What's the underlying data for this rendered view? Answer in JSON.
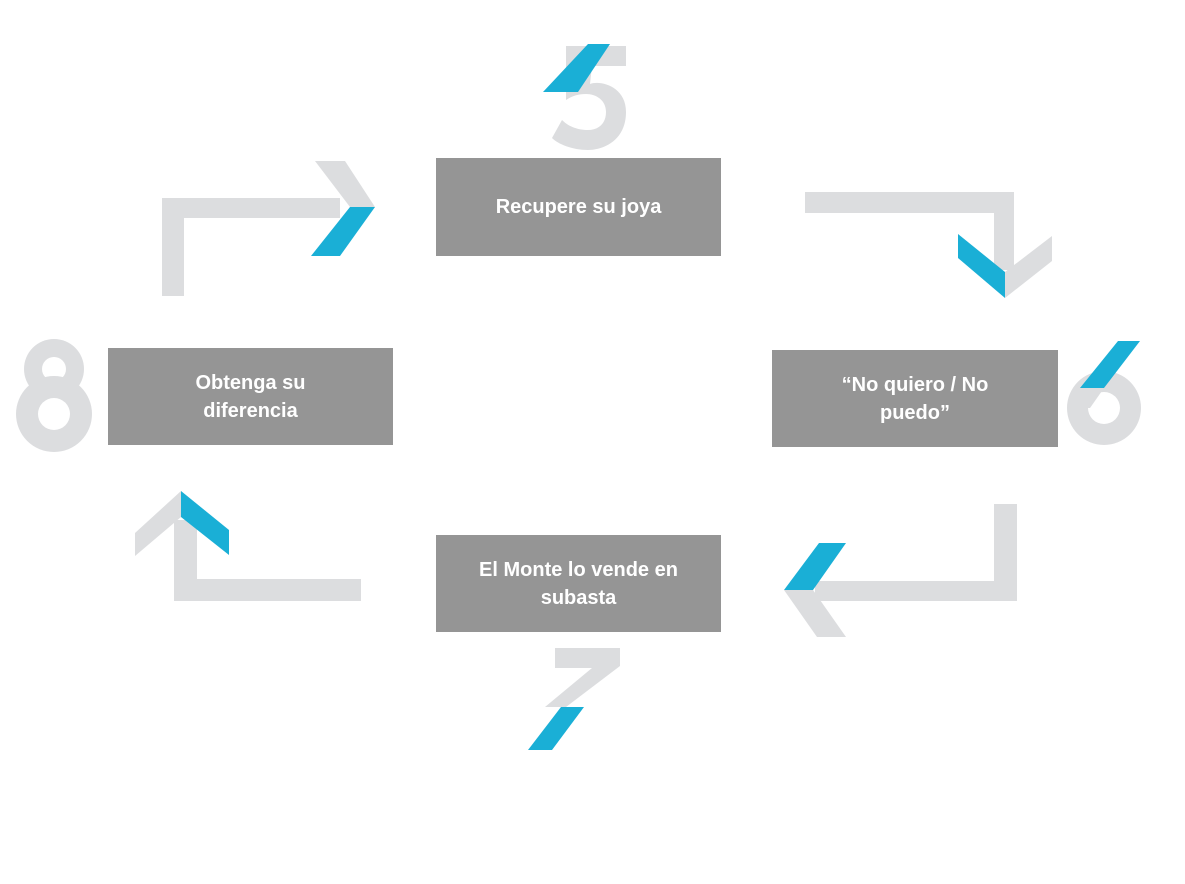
{
  "diagram": {
    "type": "cycle",
    "colors": {
      "box_fill": "#959595",
      "box_text": "#ffffff",
      "arrow_gray": "#dcdddf",
      "accent_blue": "#1aafd6",
      "number_gray": "#dcdddf"
    },
    "steps": [
      {
        "number": "5",
        "label": "Recupere su joya"
      },
      {
        "number": "6",
        "label": "“No quiero / No puedo”"
      },
      {
        "number": "7",
        "label": "El Monte lo vende en subasta"
      },
      {
        "number": "8",
        "label": "Obtenga su diferencia"
      }
    ],
    "edges": [
      {
        "from": "8",
        "to": "5",
        "direction": "up-then-right"
      },
      {
        "from": "5",
        "to": "6",
        "direction": "right-then-down"
      },
      {
        "from": "6",
        "to": "7",
        "direction": "down-then-left"
      },
      {
        "from": "7",
        "to": "8",
        "direction": "left-then-up"
      }
    ]
  }
}
